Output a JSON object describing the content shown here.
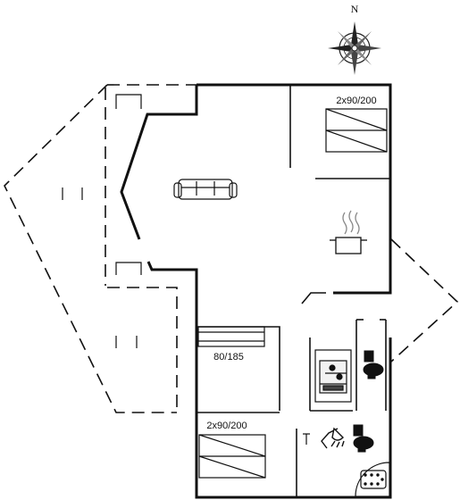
{
  "compass": {
    "north_label": "N",
    "icon": "compass-rose-icon"
  },
  "labels": {
    "bed_top_right": "2x90/200",
    "bed_middle": "80/185",
    "bed_bottom_left": "2x90/200"
  },
  "icons": [
    "sofa-icon",
    "cooking-pot-icon",
    "bed-icon",
    "toilet-icon",
    "sauna-icon",
    "shower-icon",
    "spa-bath-icon"
  ]
}
